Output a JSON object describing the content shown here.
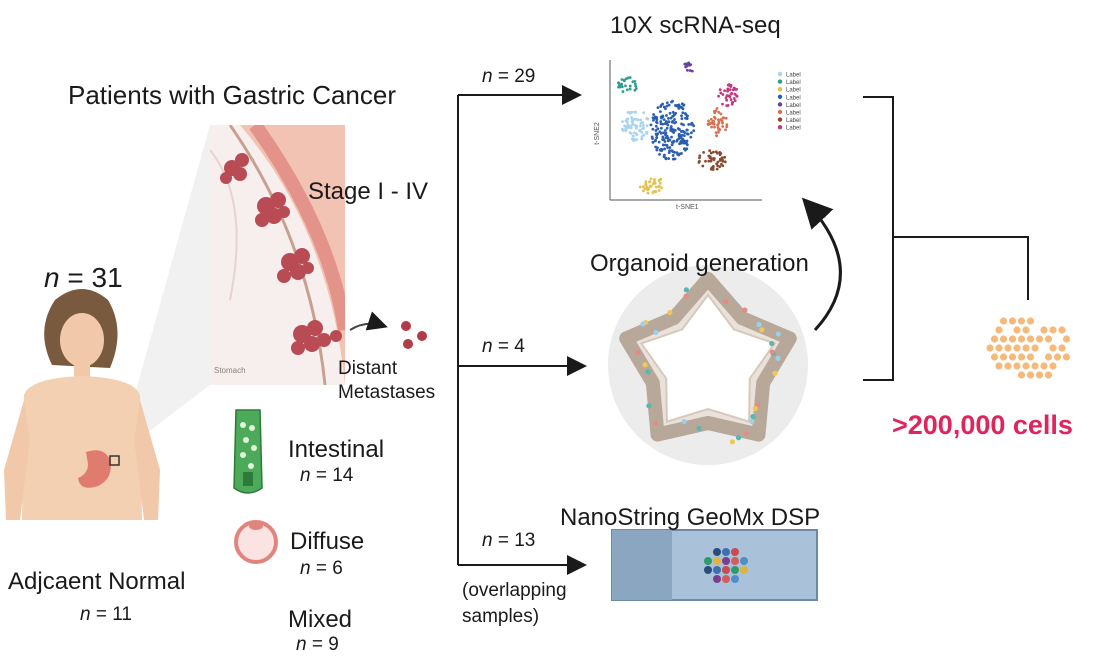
{
  "titles": {
    "patients": "Patients with Gastric Cancer",
    "stage": "Stage I - IV",
    "scrna": "10X scRNA-seq",
    "organoid": "Organoid generation",
    "nanostring": "NanoString GeoMx DSP"
  },
  "cohort": {
    "n_label": "n",
    "n_value": "= 31"
  },
  "metastasis_label_1": "Distant",
  "metastasis_label_2": "Metastases",
  "stomach_label": "Stomach",
  "normal": {
    "label": "Adjcaent Normal",
    "n": "n",
    "eq": "= 11"
  },
  "subtypes": [
    {
      "label": "Intestinal",
      "n": "n",
      "eq": "= 14"
    },
    {
      "label": "Diffuse",
      "n": "n",
      "eq": "= 6"
    },
    {
      "label": "Mixed",
      "n": "n",
      "eq": "= 9"
    }
  ],
  "branches": {
    "scrna_n": "n",
    "scrna_eq": "= 29",
    "organoid_n": "n",
    "organoid_eq": "= 4",
    "nano_n": "n",
    "nano_eq": "= 13",
    "overlap_1": "(overlapping",
    "overlap_2": "samples)"
  },
  "cells": ">200,000 cells",
  "tsne": {
    "xlabel": "t-SNE1",
    "ylabel": "t-SNE2",
    "legend": [
      "Label",
      "Label",
      "Label",
      "Label",
      "Label",
      "Label",
      "Label",
      "Label"
    ],
    "colors": [
      "#a9d4ee",
      "#2e9e8f",
      "#e4c04a",
      "#2d5fb0",
      "#6a3fa0",
      "#d9704f",
      "#8a4a2f",
      "#c5377e"
    ]
  },
  "colors": {
    "cells_text": "#e0245e",
    "cell_dots": "#f6b97a",
    "arrow": "#1a1a1a"
  }
}
